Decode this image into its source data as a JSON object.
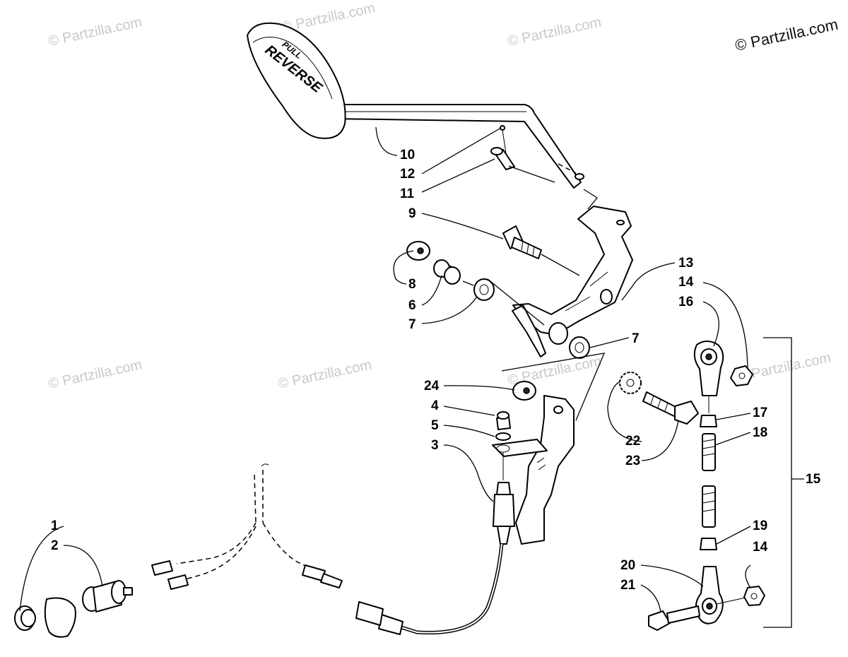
{
  "watermarks": [
    "© Partzilla.com",
    "© Partzilla.com",
    "© Partzilla.com",
    "© Partzilla.com",
    "© Partzilla.com",
    "© Partzilla.com",
    "© Partzilla.com"
  ],
  "copyright": "© Partzilla.com",
  "handle_text": {
    "line1": "PULL",
    "line2": "REVERSE"
  },
  "callouts": {
    "c1": "1",
    "c2": "2",
    "c3": "3",
    "c4": "4",
    "c5": "5",
    "c6": "6",
    "c7a": "7",
    "c7b": "7",
    "c8": "8",
    "c9": "9",
    "c10": "10",
    "c11": "11",
    "c12": "12",
    "c13": "13",
    "c14a": "14",
    "c14b": "14",
    "c15": "15",
    "c16": "16",
    "c17": "17",
    "c18": "18",
    "c19": "19",
    "c20": "20",
    "c21": "21",
    "c22": "22",
    "c23": "23",
    "c24": "24"
  }
}
